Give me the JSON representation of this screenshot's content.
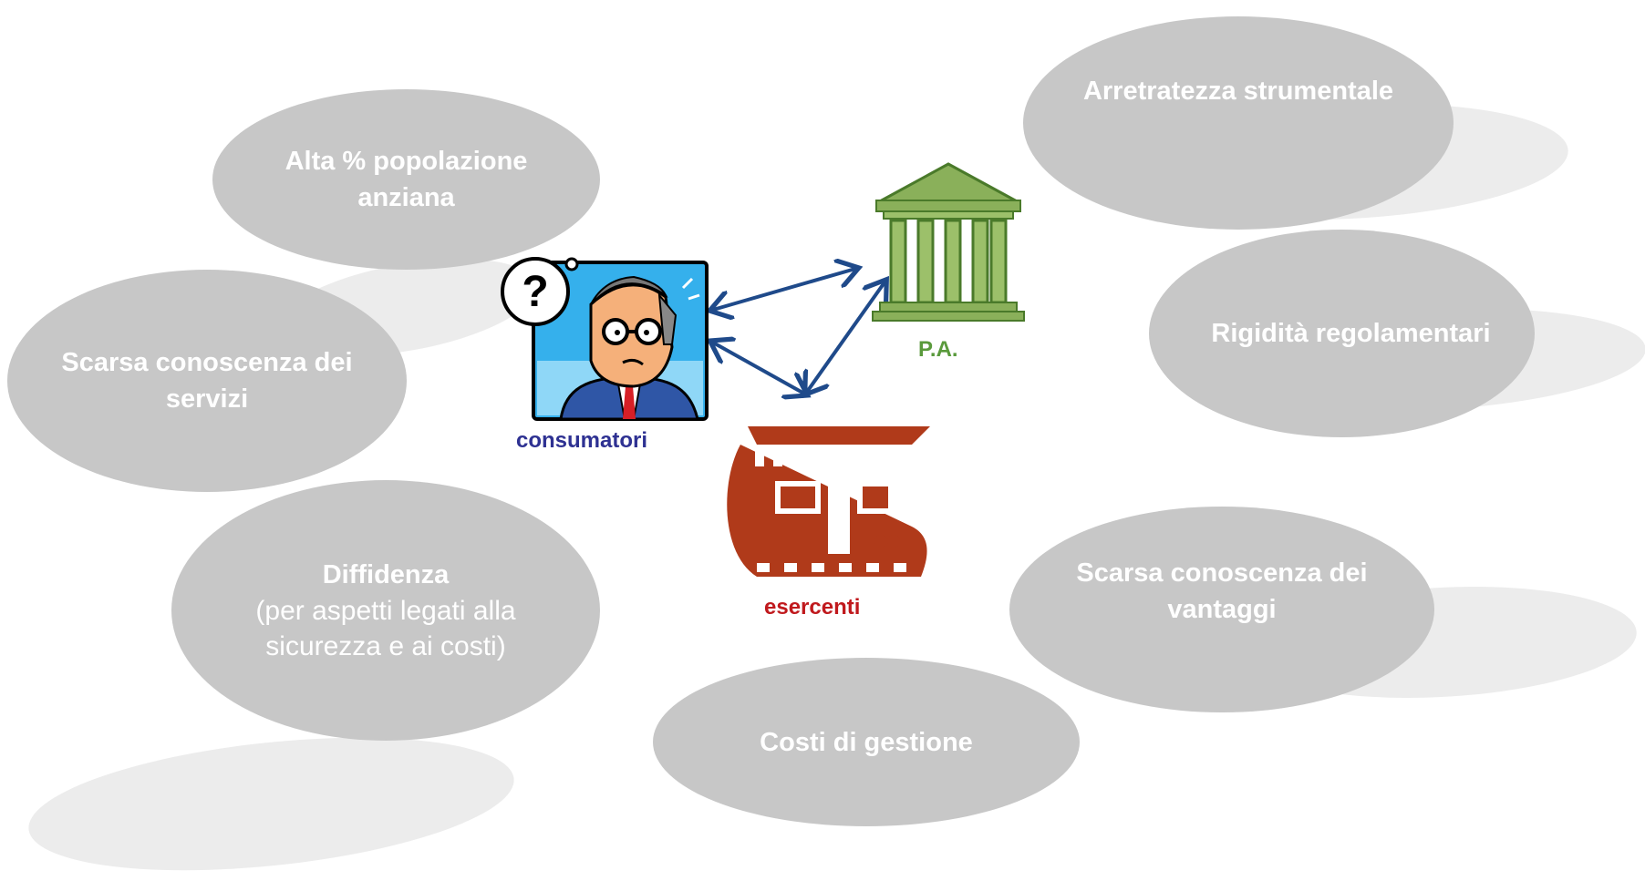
{
  "bubbles": {
    "alta": "Alta % popolazione anziana",
    "scarsa_servizi": "Scarsa conoscenza dei servizi",
    "diffidenza_title": "Diffidenza",
    "diffidenza_detail": "(per aspetti legati alla sicurezza e ai costi)",
    "costi": "Costi di gestione",
    "arretratezza": "Arretratezza strumentale",
    "rigidita": "Rigidità regolamentari",
    "scarsa_vantaggi": "Scarsa conoscenza dei vantaggi"
  },
  "actors": {
    "consumatori": "consumatori",
    "pa": "P.A.",
    "esercenti": "esercenti"
  },
  "icons": {
    "consumer": "confused-businessman-icon",
    "question": "question-mark-icon",
    "pa": "government-building-icon",
    "shop": "shop-storefront-icon"
  },
  "colors": {
    "bubble": "#c7c7c7",
    "arrow": "#1f4a8a",
    "consumatori": "#2e3192",
    "pa": "#5a9a3c",
    "esercenti": "#c0191d"
  }
}
